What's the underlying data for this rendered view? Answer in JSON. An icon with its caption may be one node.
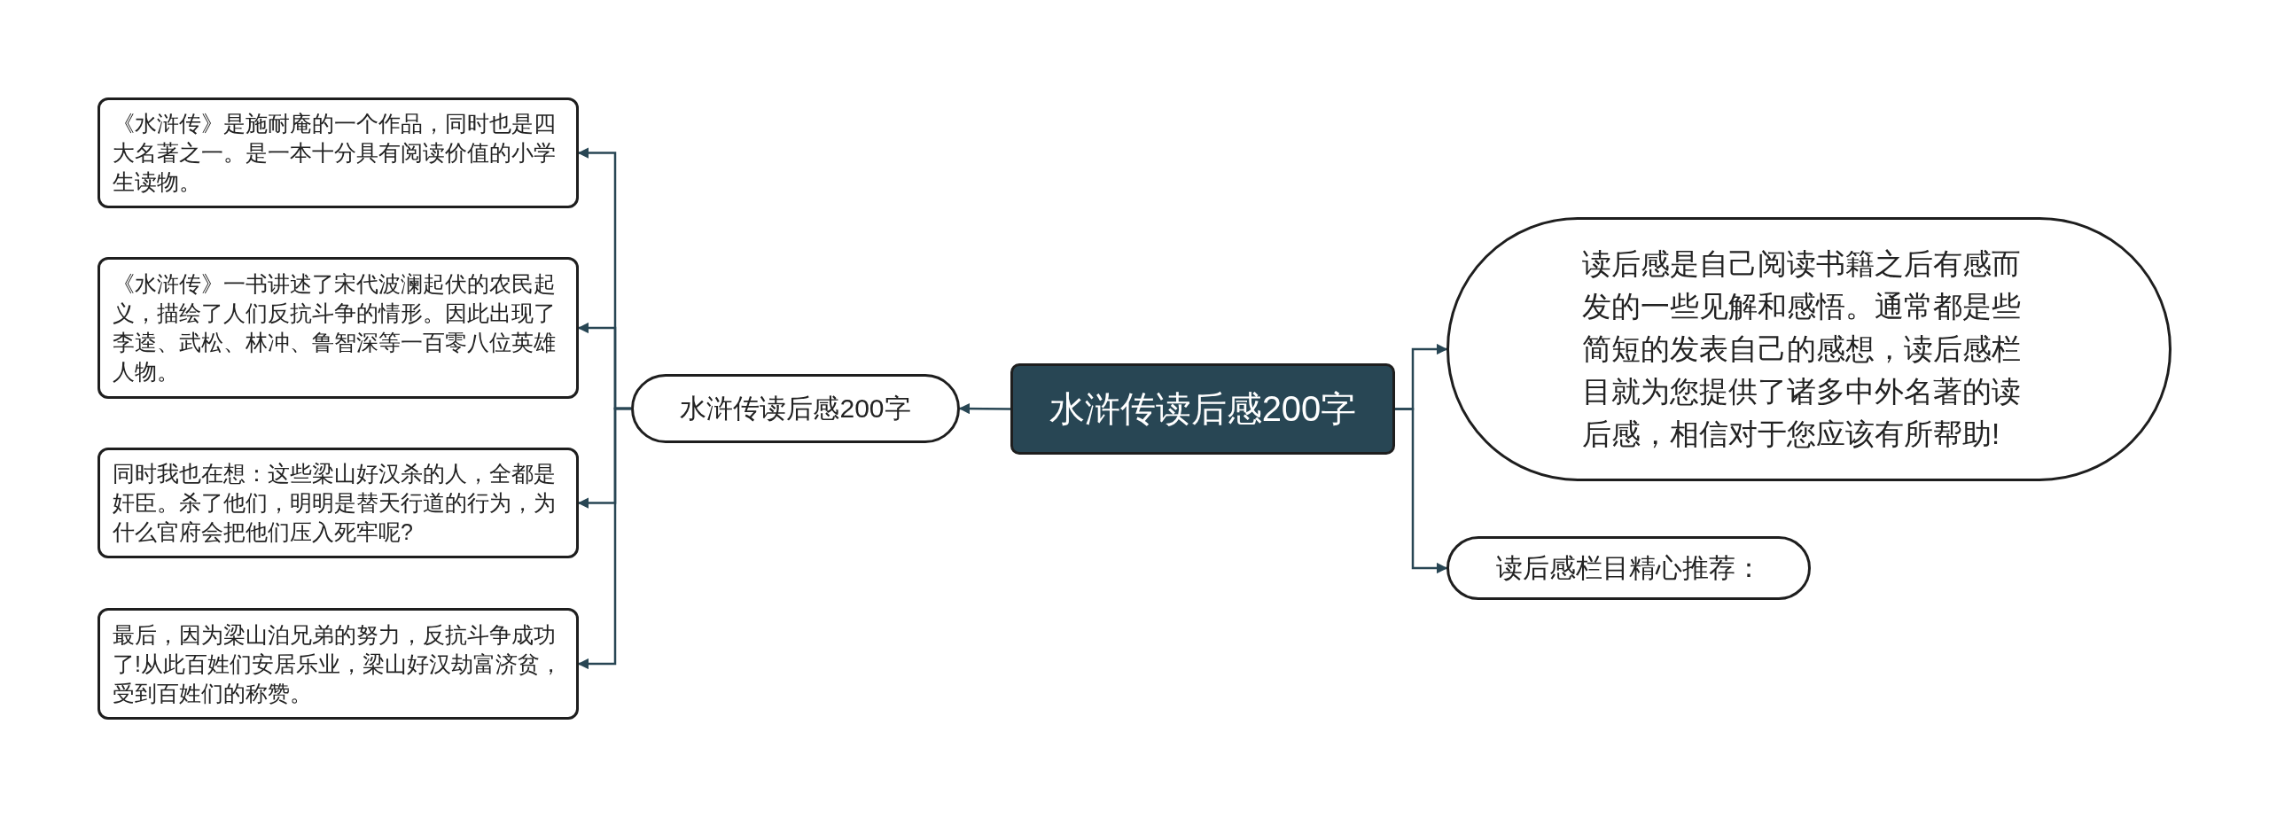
{
  "diagram": {
    "nodes": [
      {
        "text": [
          "水浒传读后感200字"
        ]
      },
      {
        "text": [
          "水浒传读后感200字"
        ]
      },
      {
        "text": [
          "《水浒传》是施耐庵的一个作品，同时也是四大名著之一。是一本十分具有阅读价值的小学生读物。"
        ]
      },
      {
        "text": [
          "《水浒传》一书讲述了宋代波澜起伏的农民起义，描绘了人们反抗斗争的情形。因此出现了李逵、武松、林冲、鲁智深等一百零八位英雄人物。"
        ]
      },
      {
        "text": [
          "同时我也在想：这些梁山好汉杀的人，全都是奸臣。杀了他们，明明是替天行道的行为，为什么官府会把他们压入死牢呢?"
        ]
      },
      {
        "text": [
          "最后，因为梁山泊兄弟的努力，反抗斗争成功了!从此百姓们安居乐业，梁山好汉劫富济贫，受到百姓们的称赞。"
        ]
      },
      {
        "text": [
          "读后感是自己阅读书籍之后有感而发的一些见解和感悟。通常都是些简短的发表自己的感想，读后感栏目就为您提供了诸多中外名著的读后感，相信对于您应该有所帮助!"
        ]
      },
      {
        "text": [
          "读后感栏目精心推荐："
        ]
      }
    ],
    "edges": [
      {
        "from": 0,
        "to": 1,
        "arrow": "to"
      },
      {
        "from": 1,
        "to": 2,
        "arrow": "to"
      },
      {
        "from": 1,
        "to": 3,
        "arrow": "to"
      },
      {
        "from": 1,
        "to": 4,
        "arrow": "to"
      },
      {
        "from": 1,
        "to": 5,
        "arrow": "to"
      },
      {
        "from": 0,
        "to": 6,
        "arrow": "to"
      },
      {
        "from": 0,
        "to": 7,
        "arrow": "to"
      }
    ]
  }
}
